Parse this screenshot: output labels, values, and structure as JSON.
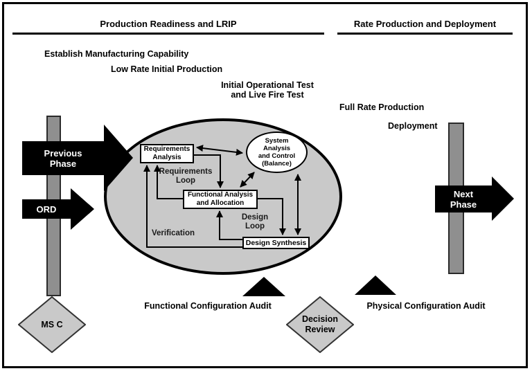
{
  "phases": {
    "left": "Production Readiness and LRIP",
    "right": "Rate Production and Deployment"
  },
  "activities": {
    "establish_manufacturing": "Establish Manufacturing Capability",
    "low_rate_initial_production": "Low Rate Initial Production",
    "initial_operational_test": "Initial Operational Test\nand Live Fire Test",
    "full_rate_production": "Full Rate Production",
    "deployment": "Deployment"
  },
  "flow_arrows": {
    "previous_phase": "Previous\nPhase",
    "ord": "ORD",
    "next_phase": "Next\nPhase"
  },
  "se_process": {
    "requirements_analysis": "Requirements\nAnalysis",
    "system_analysis_control": "System\nAnalysis\nand Control\n(Balance)",
    "functional_analysis_allocation": "Functional Analysis\nand Allocation",
    "design_synthesis": "Design Synthesis",
    "requirements_loop": "Requirements\nLoop",
    "design_loop": "Design\nLoop",
    "verification": "Verification"
  },
  "milestones": {
    "ms_c": "MS C",
    "decision_review": "Decision\nReview",
    "functional_configuration_audit": "Functional Configuration Audit",
    "physical_configuration_audit": "Physical Configuration Audit"
  },
  "colors": {
    "process_ellipse_fill": "#c9c9c9",
    "milestone_diamond_fill": "#c9c9c9",
    "phase_bar_fill": "#8f8f8f",
    "arrow_fill": "#000000"
  }
}
